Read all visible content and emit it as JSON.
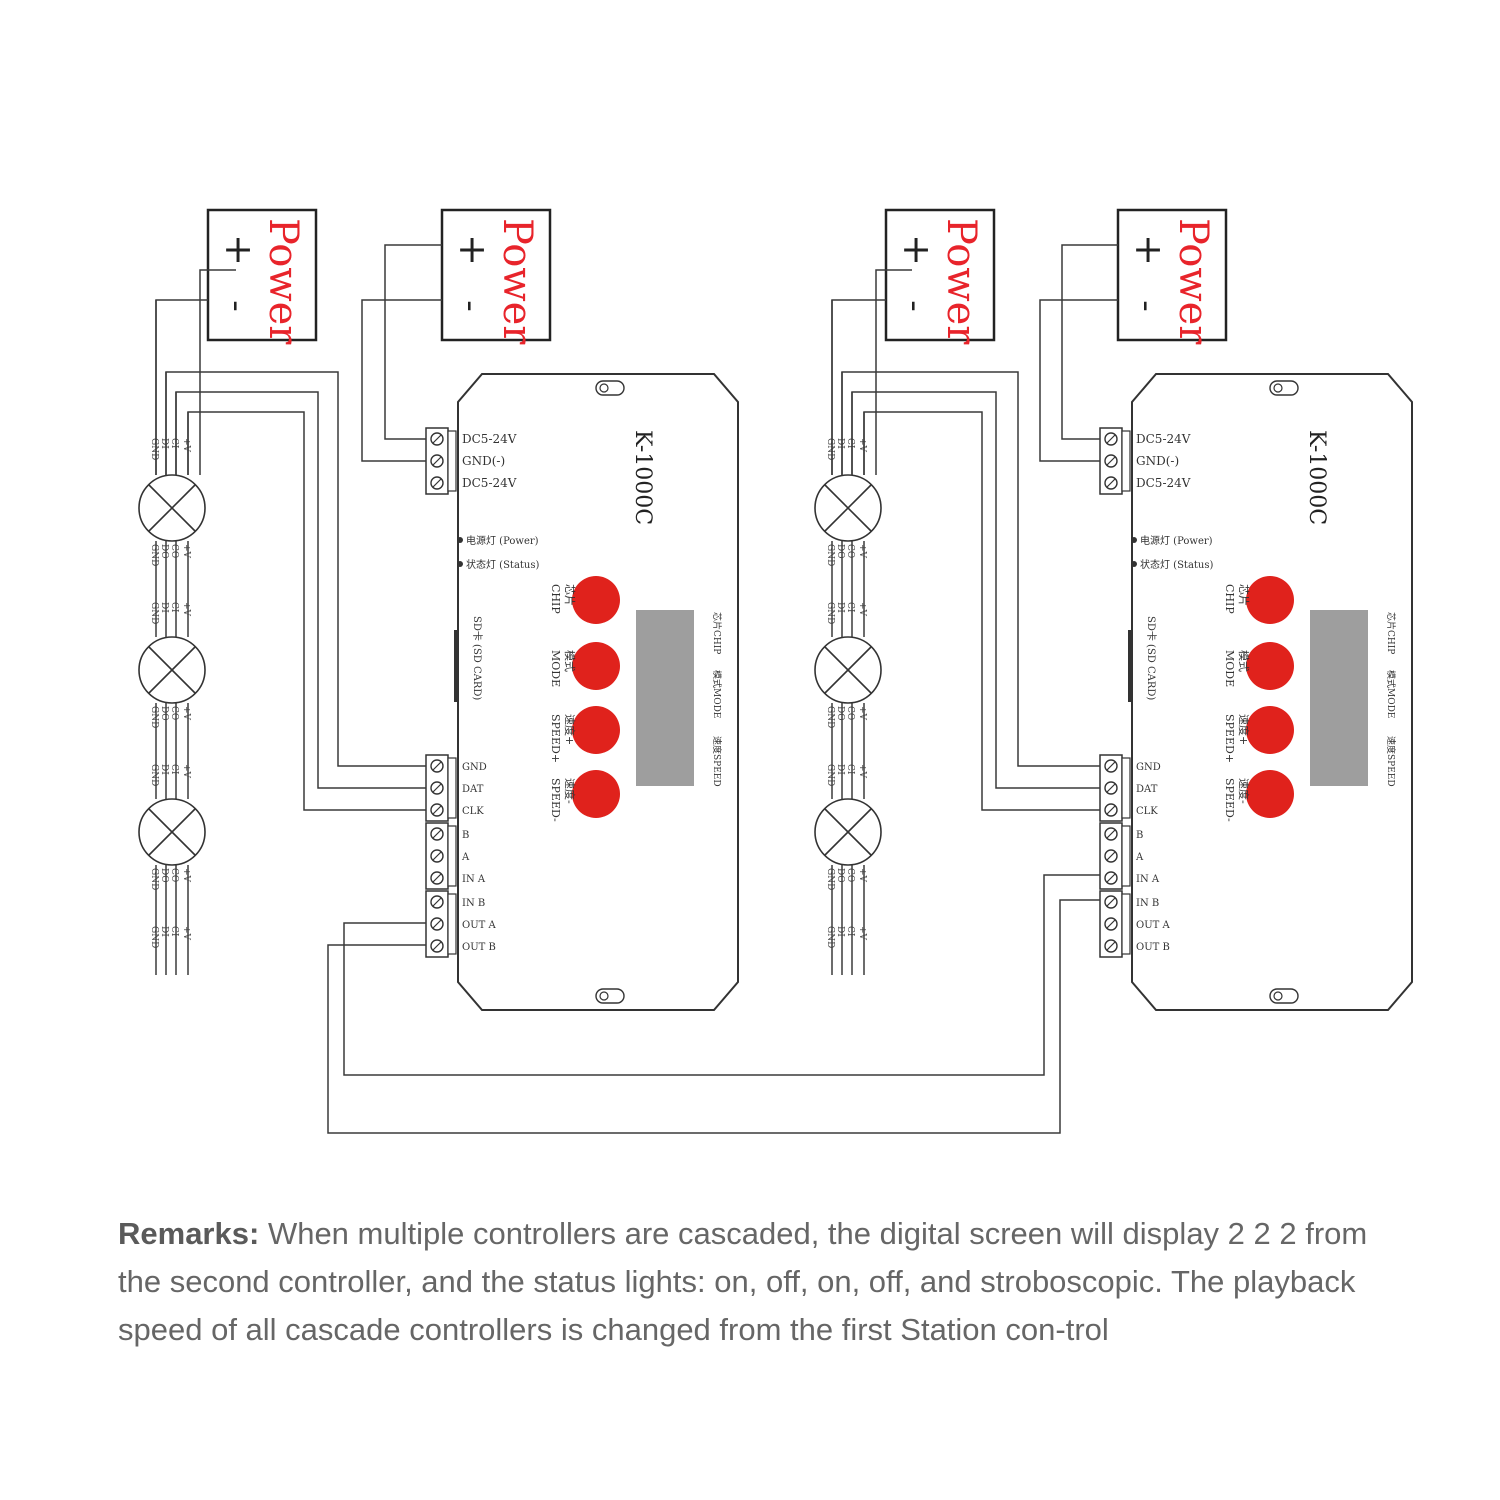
{
  "power_supplies": [
    {
      "label": "Power",
      "plus": "+",
      "minus": "-"
    },
    {
      "label": "Power",
      "plus": "+",
      "minus": "-"
    },
    {
      "label": "Power",
      "plus": "+",
      "minus": "-"
    },
    {
      "label": "Power",
      "plus": "+",
      "minus": "-"
    }
  ],
  "controller": {
    "model": "K-1000C",
    "power_terminals": [
      "DC5-24V",
      "GND(-)",
      "DC5-24V"
    ],
    "power_led": "电源灯 (Power)",
    "status_led": "状态灯 (Status)",
    "sd_card": "SD卡 (SD CARD)",
    "buttons": [
      {
        "cn": "芯片",
        "en": "CHIP"
      },
      {
        "cn": "模式",
        "en": "MODE"
      },
      {
        "cn": "速度+",
        "en": "SPEED+"
      },
      {
        "cn": "速度-",
        "en": "SPEED-"
      }
    ],
    "screen_labels": [
      "芯片CHIP",
      "模式MODE",
      "速度SPEED"
    ],
    "output_terminals": [
      "GND",
      "DAT",
      "CLK"
    ],
    "in_terminals": [
      "B",
      "A",
      "IN A"
    ],
    "out_terminals": [
      "IN B",
      "OUT A",
      "OUT B"
    ],
    "colors": {
      "buttons": "#e0221c",
      "screen": "#9e9e9e",
      "power_text": "#e8242b"
    }
  },
  "pixel_pins": {
    "in": [
      "+V",
      "CI",
      "DI",
      "GND"
    ],
    "out": [
      "+V",
      "CO",
      "DO",
      "GND"
    ]
  },
  "remarks": {
    "label": "Remarks:",
    "text": "When multiple controllers are cascaded, the digital screen will display 2 2 2 from the second controller, and the status lights: on, off, on, off, and stroboscopic. The playback speed of all cascade controllers is changed from the first Station con-trol"
  }
}
